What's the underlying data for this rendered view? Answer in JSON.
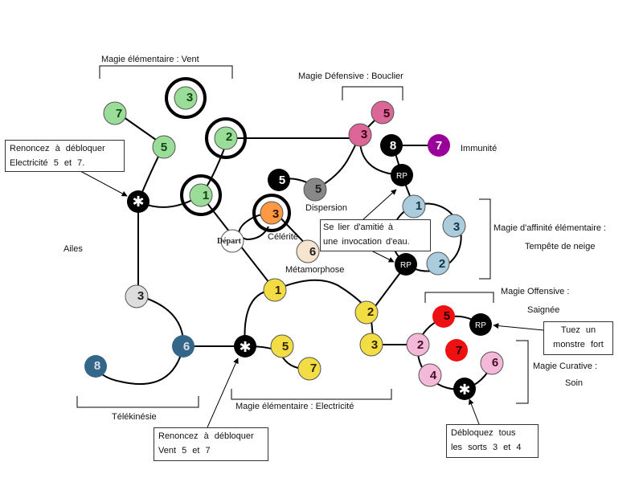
{
  "labels": {
    "vent": "Magie élémentaire  :  Vent",
    "bouclier": "Magie  Défensive  :  Bouclier",
    "affinite_l1": "Magie  d'affinité  élémentaire  :",
    "affinite_l2": "Tempête  de  neige",
    "offensive_l1": "Magie  Offensive  :",
    "offensive_l2": "Saignée",
    "curative_l1": "Magie  Curative  :",
    "curative_l2": "Soin",
    "electricite": "Magie  élémentaire  :  Electricité",
    "telekinesie": "Télékinésie",
    "ailes": "Ailes",
    "immunite": "Immunité",
    "dispersion": "Dispersion",
    "celerite": "Célérité",
    "metamorphose": "Métamorphose",
    "depart": "Départ"
  },
  "notes": {
    "top_left": [
      "Renoncez  à  débloquer",
      "Electricité  5  et  7."
    ],
    "bottom_left": [
      "Renoncez  à  débloquer",
      "Vent  5  et  7"
    ],
    "invocation": [
      "Se  lier  d'amitié  à",
      "une  invocation  d'eau."
    ],
    "tuez": [
      "Tuez  un",
      "monstre  fort"
    ],
    "debloquez": [
      "Débloquez  tous",
      "les  sorts  3  et  4"
    ]
  },
  "nodes": {
    "vent_7": {
      "label": "7",
      "color": "#99dd99"
    },
    "vent_5": {
      "label": "5",
      "color": "#99dd99"
    },
    "vent_3": {
      "label": "3",
      "color": "#99dd99"
    },
    "vent_2": {
      "label": "2",
      "color": "#99dd99"
    },
    "vent_1": {
      "label": "1",
      "color": "#99dd99"
    },
    "star_left": {
      "label": "✱",
      "color": "#000000"
    },
    "bouclier_5": {
      "label": "5",
      "color": "#dd6699"
    },
    "bouclier_3": {
      "label": "3",
      "color": "#dd6699"
    },
    "imm_8": {
      "label": "8",
      "color": "#000000"
    },
    "imm_7": {
      "label": "7",
      "color": "#990099"
    },
    "rp_top": {
      "label": "RP",
      "color": "#000000"
    },
    "disp_5": {
      "label": "5",
      "color": "#888888"
    },
    "disp_black5": {
      "label": "5",
      "color": "#000000"
    },
    "cel_3": {
      "label": "3",
      "color": "#ff9944"
    },
    "meta_6": {
      "label": "6",
      "color": "#f7e4cf"
    },
    "depart": {
      "label": "",
      "color": "#ffffff"
    },
    "aff_1": {
      "label": "1",
      "color": "#aaccdd"
    },
    "aff_3": {
      "label": "3",
      "color": "#aaccdd"
    },
    "aff_2": {
      "label": "2",
      "color": "#aaccdd"
    },
    "rp_mid": {
      "label": "RP",
      "color": "#000000"
    },
    "ailes_3": {
      "label": "3",
      "color": "#dddddd"
    },
    "tel_6": {
      "label": "6",
      "color": "#336688"
    },
    "tel_8": {
      "label": "8",
      "color": "#336688"
    },
    "star_bottom": {
      "label": "✱",
      "color": "#000000"
    },
    "elec_1": {
      "label": "1",
      "color": "#f2dd44"
    },
    "elec_2": {
      "label": "2",
      "color": "#f2dd44"
    },
    "elec_3": {
      "label": "3",
      "color": "#f2dd44"
    },
    "elec_5": {
      "label": "5",
      "color": "#f2dd44"
    },
    "elec_7": {
      "label": "7",
      "color": "#f2dd44"
    },
    "off_5": {
      "label": "5",
      "color": "#ee1111"
    },
    "off_7": {
      "label": "7",
      "color": "#ee1111"
    },
    "rp_right": {
      "label": "RP",
      "color": "#000000"
    },
    "cur_2": {
      "label": "2",
      "color": "#f4b8d8"
    },
    "cur_4": {
      "label": "4",
      "color": "#f4b8d8"
    },
    "cur_6": {
      "label": "6",
      "color": "#f4b8d8"
    },
    "star_right": {
      "label": "✱",
      "color": "#000000"
    }
  }
}
